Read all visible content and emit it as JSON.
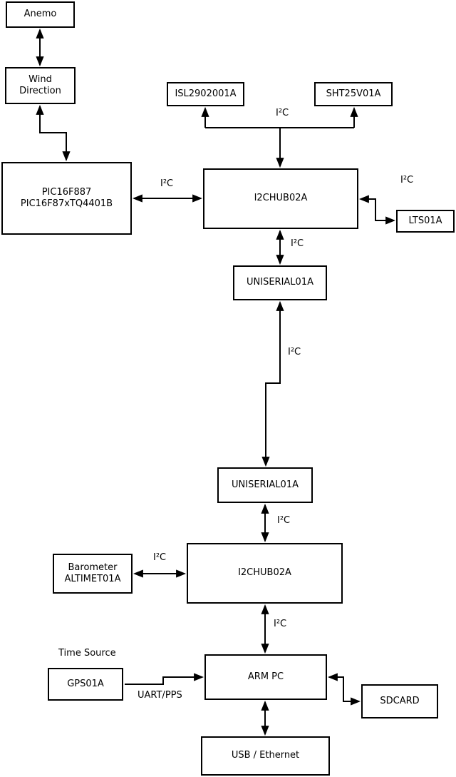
{
  "diagram": {
    "colors": {
      "background": "#ffffff",
      "line": "#000000",
      "box_fill": "#ffffff",
      "text": "#000000"
    },
    "nodes": {
      "anemo": {
        "label": "Anemo"
      },
      "wind_direction": {
        "label": "Wind\nDirection"
      },
      "pic": {
        "label": "PIC16F887\nPIC16F87xTQ4401B"
      },
      "isl": {
        "label": "ISL2902001A"
      },
      "sht": {
        "label": "SHT25V01A"
      },
      "i2c_hub_top": {
        "label": "I2CHUB02A"
      },
      "lts": {
        "label": "LTS01A"
      },
      "uniserial_top": {
        "label": "UNISERIAL01A"
      },
      "uniserial_bottom": {
        "label": "UNISERIAL01A"
      },
      "barometer": {
        "label": "Barometer\nALTIMET01A"
      },
      "i2c_hub_bottom": {
        "label": "I2CHUB02A"
      },
      "gps": {
        "label": "GPS01A"
      },
      "arm_pc": {
        "label": "ARM PC"
      },
      "sdcard": {
        "label": "SDCARD"
      },
      "usb_ethernet": {
        "label": "USB / Ethernet"
      }
    },
    "edge_labels": {
      "bus": "I²C",
      "uart": "UART/PPS",
      "time_source": "Time Source"
    },
    "edges": [
      {
        "from": "anemo",
        "to": "wind_direction",
        "bidirectional": true
      },
      {
        "from": "wind_direction",
        "to": "pic",
        "bidirectional": true
      },
      {
        "from": "pic",
        "to": "i2c_hub_top",
        "label": "I²C",
        "bidirectional": true
      },
      {
        "from": "i2c_hub_top",
        "to": "isl",
        "label": "I²C"
      },
      {
        "from": "i2c_hub_top",
        "to": "sht",
        "label": "I²C"
      },
      {
        "from": "i2c_hub_top",
        "to": "lts",
        "label": "I²C",
        "bidirectional": true
      },
      {
        "from": "i2c_hub_top",
        "to": "uniserial_top",
        "label": "I²C",
        "bidirectional": true
      },
      {
        "from": "uniserial_top",
        "to": "uniserial_bottom",
        "label": "I²C",
        "bidirectional": true
      },
      {
        "from": "uniserial_bottom",
        "to": "i2c_hub_bottom",
        "label": "I²C",
        "bidirectional": true
      },
      {
        "from": "barometer",
        "to": "i2c_hub_bottom",
        "label": "I²C",
        "bidirectional": true
      },
      {
        "from": "i2c_hub_bottom",
        "to": "arm_pc",
        "label": "I²C",
        "bidirectional": true
      },
      {
        "from": "gps",
        "to": "arm_pc",
        "label": "UART/PPS"
      },
      {
        "from": "arm_pc",
        "to": "sdcard",
        "bidirectional": true
      },
      {
        "from": "arm_pc",
        "to": "usb_ethernet",
        "bidirectional": true
      }
    ]
  }
}
